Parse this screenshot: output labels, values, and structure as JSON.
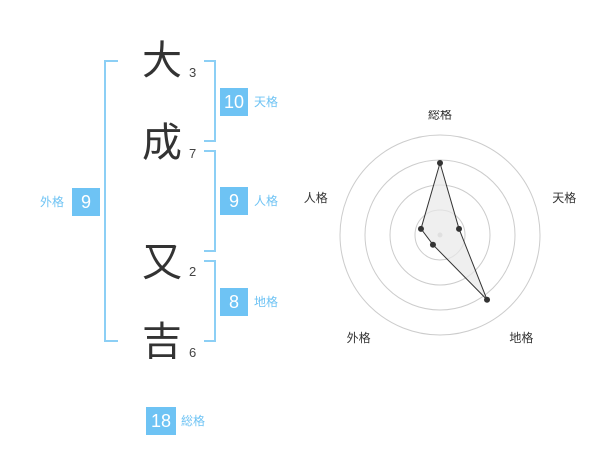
{
  "characters": [
    {
      "char": "大",
      "strokes": "3"
    },
    {
      "char": "成",
      "strokes": "7"
    },
    {
      "char": "又",
      "strokes": "2"
    },
    {
      "char": "吉",
      "strokes": "6"
    }
  ],
  "kaku": {
    "tenkaku": {
      "value": "10",
      "label": "天格"
    },
    "jinkaku": {
      "value": "9",
      "label": "人格"
    },
    "chikaku": {
      "value": "8",
      "label": "地格"
    },
    "gaikaku": {
      "value": "9",
      "label": "外格"
    },
    "soukaku": {
      "value": "18",
      "label": "総格"
    }
  },
  "chart_data": {
    "type": "radar",
    "axes": [
      "総格",
      "天格",
      "地格",
      "外格",
      "人格"
    ],
    "values": [
      3.6,
      1.0,
      4.0,
      0.6,
      1.0
    ],
    "rmax": 5,
    "rings": 4,
    "line_color": "#333333",
    "fill_color": "#e8e8e8",
    "grid_color": "#cccccc"
  },
  "colors": {
    "accent": "#6ec3f4",
    "bracket": "#8ccff5"
  }
}
